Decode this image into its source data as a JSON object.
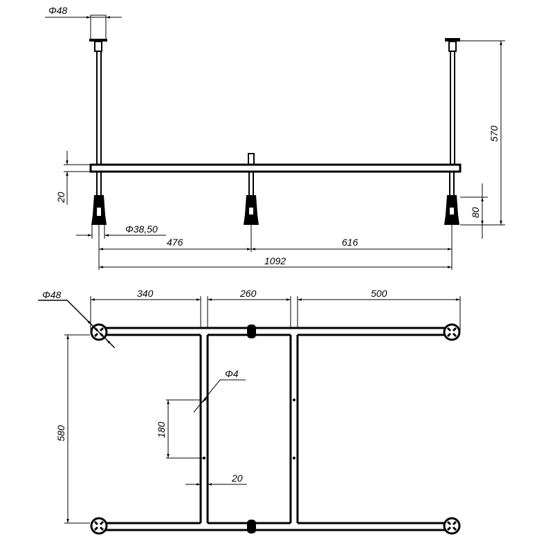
{
  "elevation_view": {
    "dimensions": {
      "cap_diameter": "Φ48",
      "bar_height": "20",
      "foot_diameter": "Φ38,50",
      "left_to_center": "476",
      "center_to_right": "616",
      "overall_length": "1092",
      "overall_height": "570",
      "foot_height": "80"
    }
  },
  "plan_view": {
    "dimensions": {
      "post_diameter": "Φ48",
      "left_span": "340",
      "middle_span": "260",
      "right_span": "500",
      "depth": "580",
      "hole_spacing": "180",
      "hole_diameter": "Φ4",
      "rail_width": "20"
    }
  }
}
